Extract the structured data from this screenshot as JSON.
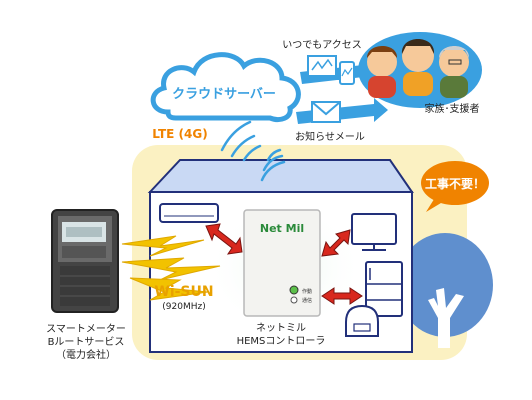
{
  "cloud": {
    "label": "クラウドサーバー"
  },
  "access": {
    "label": "いつでもアクセス"
  },
  "notify": {
    "label": "お知らせメール"
  },
  "family": {
    "label": "家族･支援者"
  },
  "lte": {
    "label": "LTE (4G)"
  },
  "no_construction": {
    "label": "工事不要！"
  },
  "wisun": {
    "label": "Wi-SUN",
    "freq": "(920MHz)"
  },
  "meter": {
    "line1": "スマートメーター",
    "line2": "Bルートサービス",
    "line3": "（電力会社）"
  },
  "controller": {
    "logo": "Net Mil",
    "line1": "ネットミル",
    "line2": "HEMSコントローラ",
    "led1": "作動",
    "led2": "通信"
  },
  "colors": {
    "cloud": "#3aa0e0",
    "lte": "#f08300",
    "wisun": "#e8a100",
    "arrow": "#d8281e",
    "house_roof": "#c9d9f4",
    "yellow_band": "#fbf1c2",
    "tree": "#5f8fce"
  }
}
